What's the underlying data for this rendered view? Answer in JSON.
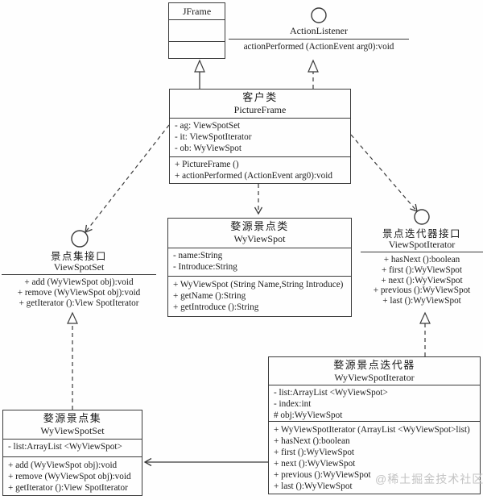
{
  "colors": {
    "line": "#3b3b3b",
    "text": "#1b1b1b",
    "background": "#fefefe",
    "watermark": "#c3c3c3"
  },
  "watermark": "@稀土掘金技术社区",
  "classes": {
    "jframe": {
      "name": "JFrame"
    },
    "picture_frame": {
      "title_cn": "客户类",
      "title_en": "PictureFrame",
      "attributes": [
        "- ag: ViewSpotSet",
        "- it: ViewSpotIterator",
        "- ob: WyViewSpot"
      ],
      "methods": [
        "+ PictureFrame ()",
        "+ actionPerformed (ActionEvent arg0):void"
      ]
    },
    "wy_view_spot": {
      "title_cn": "婺源景点类",
      "title_en": "WyViewSpot",
      "attributes": [
        "- name:String",
        "- Introduce:String"
      ],
      "methods": [
        "+ WyViewSpot (String Name,String Introduce)",
        "+ getName ():String",
        "+ getIntroduce ():String"
      ]
    },
    "wy_view_spot_set": {
      "title_cn": "婺源景点集",
      "title_en": "WyViewSpotSet",
      "attributes": [
        "- list:ArrayList <WyViewSpot>"
      ],
      "methods": [
        "+ add (WyViewSpot obj):void",
        "+ remove (WyViewSpot obj):void",
        "+ getIterator ():View SpotIterator"
      ]
    },
    "wy_view_spot_iterator": {
      "title_cn": "婺源景点迭代器",
      "title_en": "WyViewSpotIterator",
      "attributes": [
        "- list:ArrayList <WyViewSpot>",
        "- index:int",
        "# obj:WyViewSpot"
      ],
      "methods": [
        "+ WyViewSpotIterator (ArrayList <WyViewSpot>list)",
        "+ hasNext ():boolean",
        "+ first ():WyViewSpot",
        "+ next ():WyViewSpot",
        "+ previous ():WyViewSpot",
        "+ last ():WyViewSpot"
      ]
    }
  },
  "interfaces": {
    "action_listener": {
      "name": "ActionListener",
      "methods": [
        "actionPerformed (ActionEvent arg0):void"
      ]
    },
    "view_spot_set": {
      "title_cn": "景点集接口",
      "title_en": "ViewSpotSet",
      "methods": [
        "+ add (WyViewSpot obj):void",
        "+ remove (WyViewSpot obj):void",
        "+ getIterator ():View SpotIterator"
      ]
    },
    "view_spot_iterator": {
      "title_cn": "景点迭代器接口",
      "title_en": "ViewSpotIterator",
      "methods": [
        "+ hasNext ():boolean",
        "+ first ():WyViewSpot",
        "+ next ():WyViewSpot",
        "+ previous ():WyViewSpot",
        "+ last ():WyViewSpot"
      ]
    }
  }
}
